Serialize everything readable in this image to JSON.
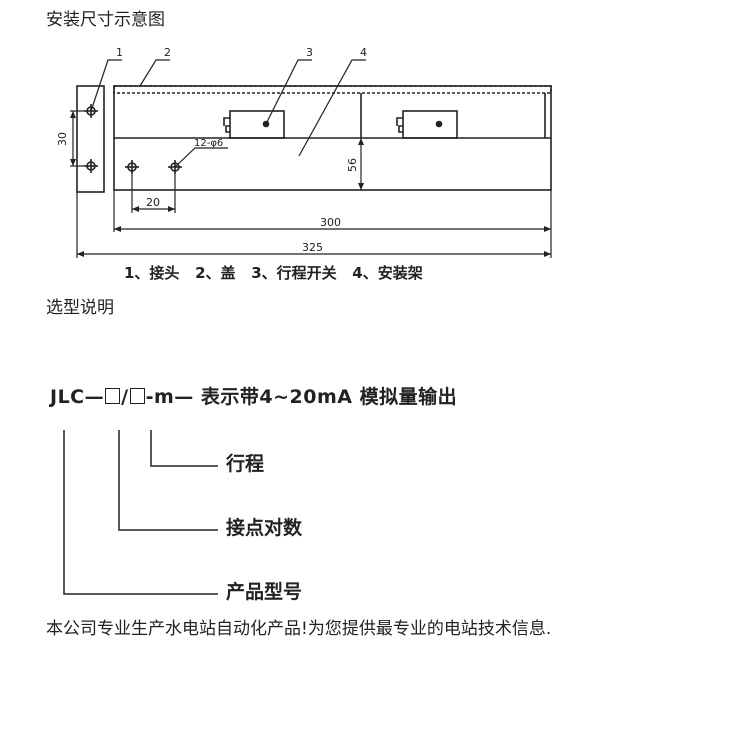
{
  "title": "安装尺寸示意图",
  "drawing": {
    "callouts": [
      "1",
      "2",
      "3",
      "4"
    ],
    "dimensions": {
      "height_30": "30",
      "height_56": "56",
      "hole_spacing_20": "20",
      "hole_dia": "12-φ6",
      "length_300": "300",
      "length_325": "325"
    }
  },
  "legend": "1、接头   2、盖   3、行程开关   4、安装架",
  "selection_title": "选型说明",
  "model_code": {
    "prefix": "JLC—",
    "sep": "/",
    "suffix": "-m—",
    "description": "表示带4~20mA 模拟量输出"
  },
  "code_labels": {
    "stroke": "行程",
    "contacts": "接点对数",
    "model": "产品型号"
  },
  "footer": "本公司专业生产水电站自动化产品!为您提供最专业的电站技术信息."
}
